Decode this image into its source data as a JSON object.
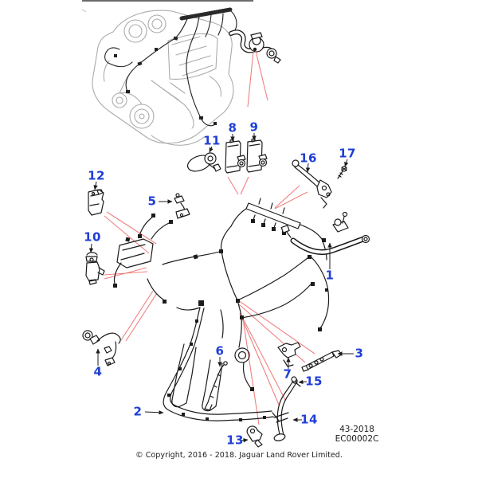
{
  "figure": {
    "drawing_number": "43-2018",
    "drawing_code": "EC00002C",
    "copyright": "© Copyright, 2016 - 2018. Jaguar Land Rover Limited."
  },
  "colors": {
    "callout_blue": "#1f3ed6",
    "locator_line_red": "#f08080",
    "line_art_black": "#1c1c1c",
    "engine_grey": "#aaaaaa"
  },
  "callouts": [
    {
      "label": "1"
    },
    {
      "label": "2"
    },
    {
      "label": "3"
    },
    {
      "label": "4"
    },
    {
      "label": "5"
    },
    {
      "label": "6"
    },
    {
      "label": "7"
    },
    {
      "label": "8"
    },
    {
      "label": "9"
    },
    {
      "label": "10"
    },
    {
      "label": "11"
    },
    {
      "label": "12"
    },
    {
      "label": "13"
    },
    {
      "label": "14"
    },
    {
      "label": "15"
    },
    {
      "label": "16"
    },
    {
      "label": "17"
    }
  ]
}
